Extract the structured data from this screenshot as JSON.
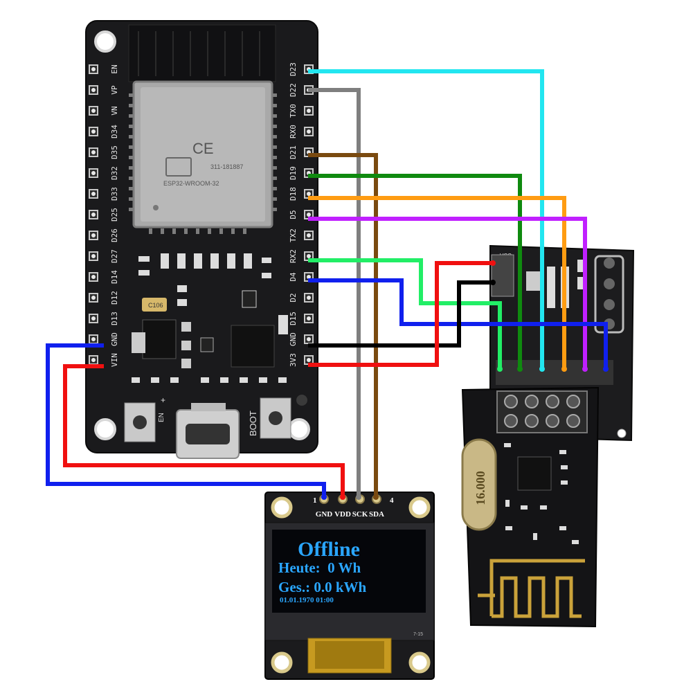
{
  "esp32": {
    "left_pins": [
      "EN",
      "VP",
      "VN",
      "D34",
      "D35",
      "D32",
      "D33",
      "D25",
      "D26",
      "D27",
      "D14",
      "D12",
      "D13",
      "GND",
      "VIN"
    ],
    "right_pins": [
      "D23",
      "D22",
      "TX0",
      "RX0",
      "D21",
      "D19",
      "D18",
      "D5",
      "TX2",
      "RX2",
      "D4",
      "D2",
      "D15",
      "GND",
      "3V3"
    ],
    "module_marking": "CE",
    "module_text_1": "311-181887",
    "module_text_2": "ESP32-WROOM-32",
    "cap_label": "C106",
    "en_label": "EN",
    "boot_label": "BOOT",
    "plus_label": "+"
  },
  "oled": {
    "pin_labels": [
      "GND",
      "VDD",
      "SCK",
      "SDA"
    ],
    "pin_first": "1",
    "pin_last": "4",
    "line1": "Offline",
    "line2": "Heute:  0 Wh",
    "line3": "Ges.: 0.0 kWh",
    "line4": "01.01.1970 01:00",
    "footer": "7-15"
  },
  "nrf": {
    "crystal_label": "16.000",
    "vcc_label": "VCC"
  },
  "colors": {
    "cyan": "#22e6f0",
    "gray": "#7f7f7f",
    "brown": "#7a4a10",
    "green": "#0f8a0f",
    "orange": "#ff9c12",
    "magenta": "#c020ff",
    "lime": "#22ee66",
    "blue": "#1020ee",
    "red": "#f01010",
    "black": "#000000"
  }
}
